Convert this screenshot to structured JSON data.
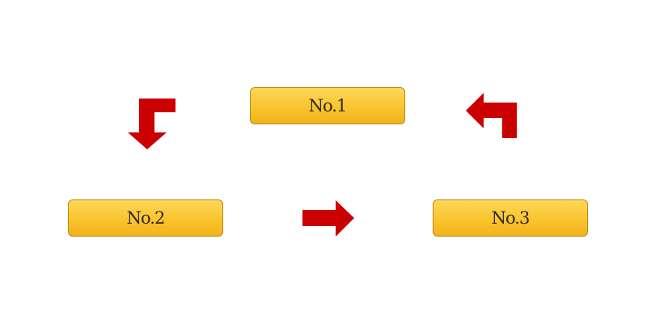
{
  "diagram": {
    "steps": [
      {
        "id": "step-1",
        "label": "No.1"
      },
      {
        "id": "step-2",
        "label": "No.2"
      },
      {
        "id": "step-3",
        "label": "No.3"
      }
    ],
    "flow": [
      "step-1",
      "step-2",
      "step-3",
      "step-1"
    ],
    "colors": {
      "box_fill": "#f9c42d",
      "box_border": "#b88a16",
      "arrow": "#cc0000",
      "label": "#2b2b2b",
      "background": "#ffffff"
    }
  }
}
